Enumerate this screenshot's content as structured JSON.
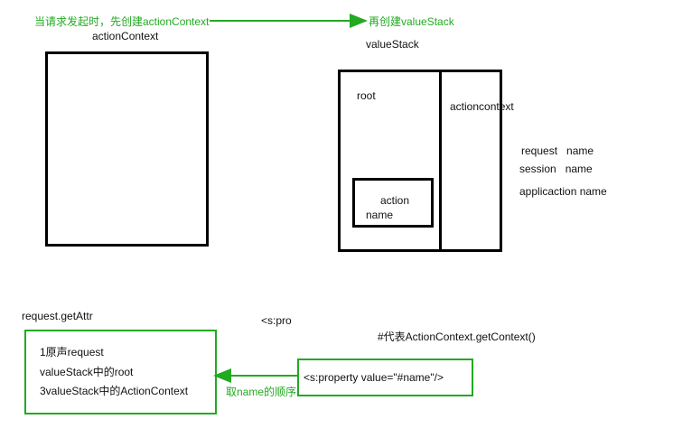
{
  "top_note": "当请求发起时，先创建actionContext",
  "top_note_right": "再创建valueStack",
  "action_context": {
    "label": "actionContext"
  },
  "value_stack": {
    "label": "valueStack",
    "root_label": "root",
    "action_box_line1": "action",
    "action_box_line2": "name",
    "right_label": "actioncontext"
  },
  "scopes": [
    "request   name",
    "session   name",
    "applicaction name"
  ],
  "bottom": {
    "request_getattr": "request.getAttr",
    "s_pro": "<s:pro",
    "context_note": "#代表ActionContext.getContext()",
    "order_list": [
      "1原声request",
      "valueStack中的root",
      "3valueStack中的ActionContext"
    ],
    "order_label": "取name的顺序",
    "property_tag": "<s:property value=\"#name\"/>"
  },
  "colors": {
    "green": "#22aa22",
    "black": "#000000"
  }
}
